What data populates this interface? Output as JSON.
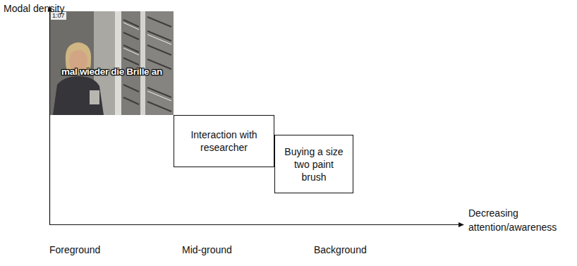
{
  "diagram": {
    "nodes": [
      {
        "text": [
          "1:07",
          "mal wieder die Brille an"
        ]
      },
      {
        "text": [
          "Interaction with researcher"
        ]
      },
      {
        "text": [
          "Buying a size two paint brush"
        ]
      }
    ],
    "labels": [
      "Modal density",
      "Decreasing attention/awareness",
      "Foreground",
      "Mid-ground",
      "Background"
    ]
  }
}
